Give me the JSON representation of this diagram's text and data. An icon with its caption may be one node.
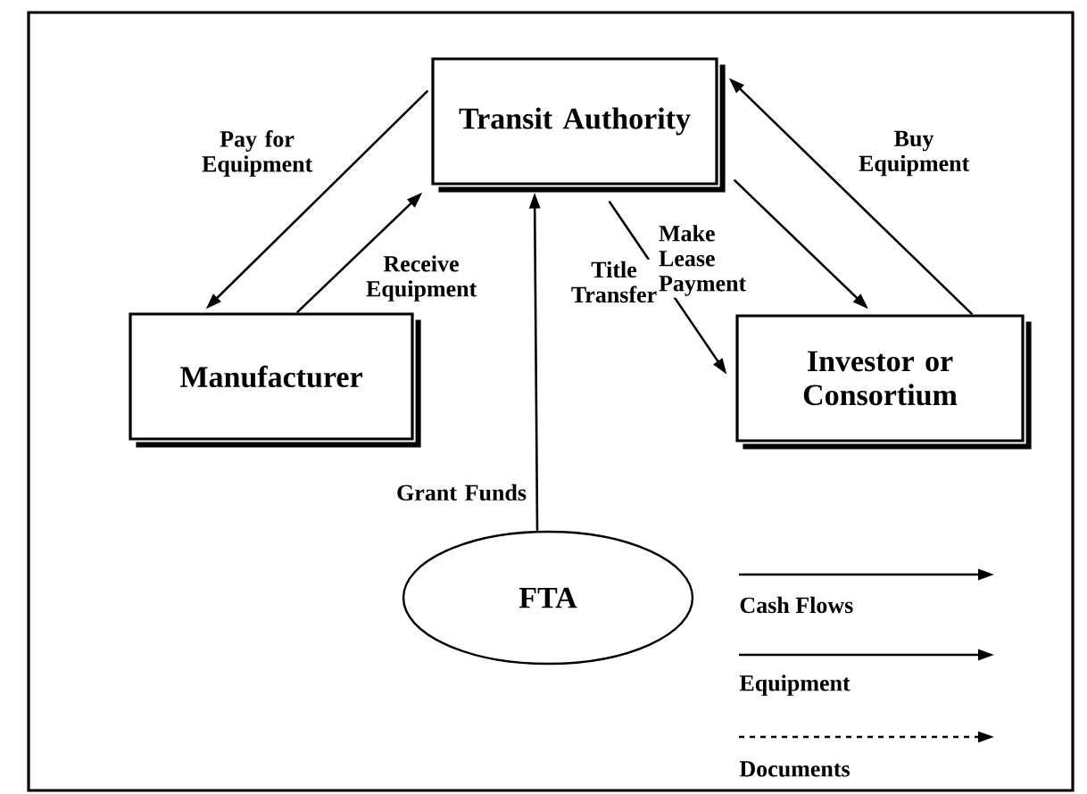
{
  "diagram": {
    "nodes": [
      {
        "text": [
          "Transit Authority"
        ]
      },
      {
        "text": [
          "Manufacturer"
        ]
      },
      {
        "text": [
          "Investor or Consortium"
        ]
      },
      {
        "text": [
          "FTA"
        ]
      }
    ],
    "edges": [
      {
        "from": 0,
        "to": 1,
        "arrow": "to",
        "label": "Pay for Equipment"
      },
      {
        "from": 1,
        "to": 0,
        "arrow": "to",
        "label": "Receive Equipment"
      },
      {
        "from": 3,
        "to": 0,
        "arrow": "to",
        "label": "Grant Funds"
      },
      {
        "from": 0,
        "to": 2,
        "arrow": "to",
        "label": "Title Transfer"
      },
      {
        "from": 0,
        "to": 2,
        "arrow": "to",
        "label": "Make Lease Payment"
      },
      {
        "from": 2,
        "to": 0,
        "arrow": "to",
        "label": "Buy Equipment"
      }
    ],
    "legend": [
      {
        "text": "Cash Flows"
      },
      {
        "text": "Equipment"
      },
      {
        "text": "Documents"
      }
    ]
  }
}
